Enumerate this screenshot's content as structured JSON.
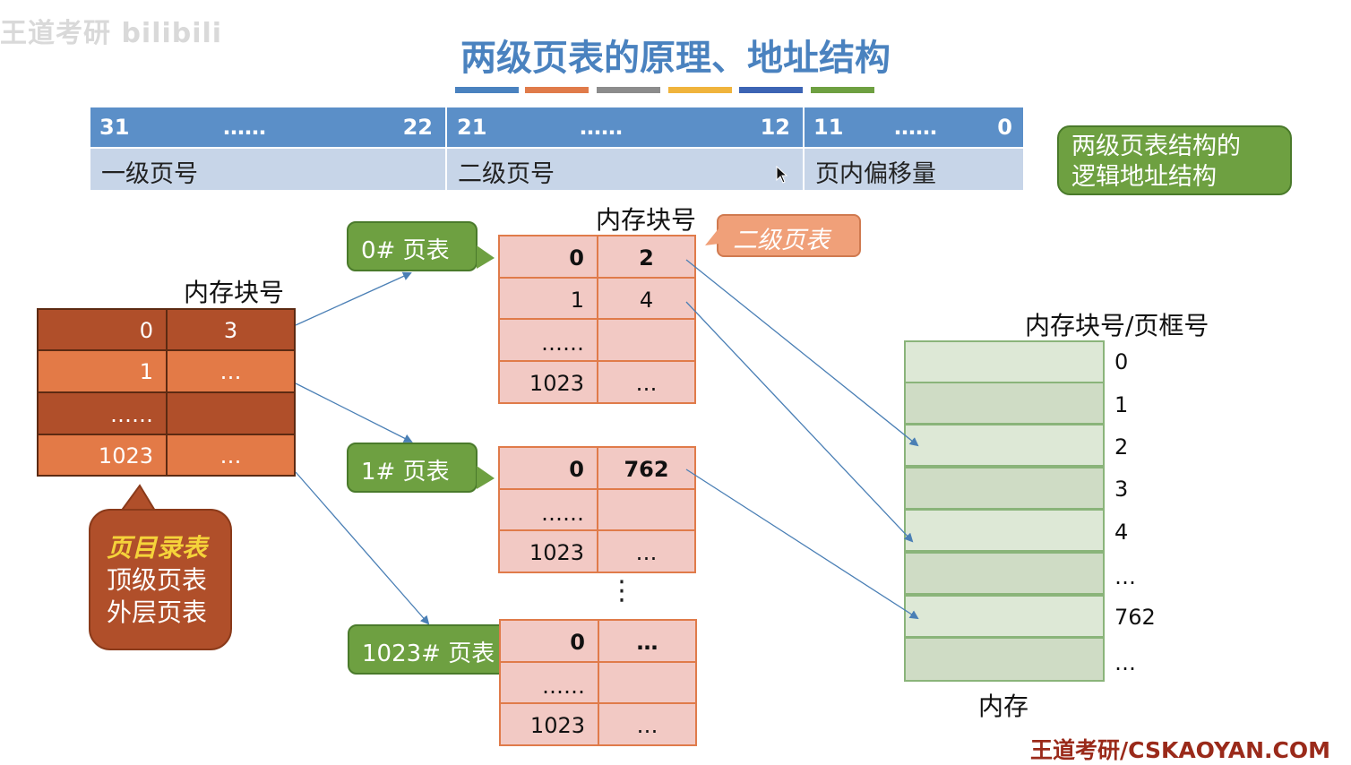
{
  "watermark": "王道考研 bilibili",
  "title": "两级页表的原理、地址结构",
  "swatches": [
    "#4a82bf",
    "#e07b4a",
    "#8c8c8c",
    "#f0b43c",
    "#3c64b4",
    "#6ea041"
  ],
  "address": {
    "fields": [
      {
        "hi": "31",
        "dots": "……",
        "lo": "22",
        "name": "一级页号"
      },
      {
        "hi": "21",
        "dots": "……",
        "lo": "12",
        "name": "二级页号"
      },
      {
        "hi": "11",
        "dots": "……",
        "lo": "0",
        "name": "页内偏移量"
      }
    ],
    "callout_line1": "两级页表结构的",
    "callout_line2": "逻辑地址结构"
  },
  "directory": {
    "header": "内存块号",
    "rows": [
      {
        "page": "0",
        "block": "3"
      },
      {
        "page": "1",
        "block": "…"
      },
      {
        "page": "……",
        "block": ""
      },
      {
        "page": "1023",
        "block": "…"
      }
    ],
    "callout_title": "页目录表",
    "callout_line2": "顶级页表",
    "callout_line3": "外层页表"
  },
  "second_level_header": "内存块号",
  "second_level_label": "二级页表",
  "page_tables": [
    {
      "label": "0# 页表",
      "rows": [
        {
          "page": "0",
          "block": "2"
        },
        {
          "page": "1",
          "block": "4"
        },
        {
          "page": "……",
          "block": ""
        },
        {
          "page": "1023",
          "block": "…"
        }
      ]
    },
    {
      "label": "1# 页表",
      "rows": [
        {
          "page": "0",
          "block": "762"
        },
        {
          "page": "……",
          "block": ""
        },
        {
          "page": "1023",
          "block": "…"
        }
      ]
    },
    {
      "label": "1023# 页表",
      "rows": [
        {
          "page": "0",
          "block": "…"
        },
        {
          "page": "……",
          "block": ""
        },
        {
          "page": "1023",
          "block": "…"
        }
      ]
    }
  ],
  "vdots": "⋮",
  "memory": {
    "header": "内存块号/页框号",
    "labels": [
      "0",
      "1",
      "2",
      "3",
      "4",
      "…",
      "762",
      "…"
    ],
    "caption": "内存"
  },
  "footer": "王道考研/CSKAOYAN.COM",
  "colors": {
    "blue": "#5b8fc8",
    "light_blue": "#c7d5e8",
    "green": "#6ea041",
    "orange": "#e07b4a",
    "dark_orange": "#b04f2a",
    "pink": "#f2c9c4",
    "mem_green": "#dde8d6"
  }
}
